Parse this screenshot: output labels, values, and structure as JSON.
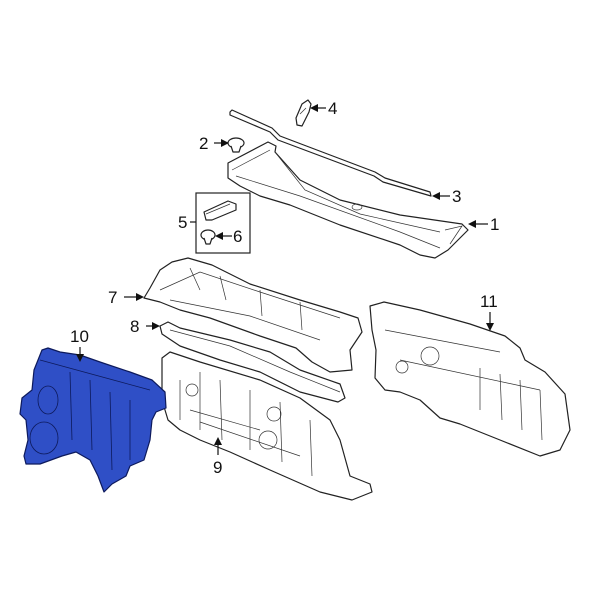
{
  "diagram": {
    "type": "exploded-parts-diagram",
    "highlight_color": "#2f4fc6",
    "parts": [
      {
        "id": "1",
        "label": "1",
        "description": "cowl top panel"
      },
      {
        "id": "2",
        "label": "2",
        "description": "push clip"
      },
      {
        "id": "3",
        "label": "3",
        "description": "cowl seal strip"
      },
      {
        "id": "4",
        "label": "4",
        "description": "bracket"
      },
      {
        "id": "5",
        "label": "5",
        "description": "clip bracket (boxed group)"
      },
      {
        "id": "6",
        "label": "6",
        "description": "push retainer (boxed group)"
      },
      {
        "id": "7",
        "label": "7",
        "description": "upper cowl panel"
      },
      {
        "id": "8",
        "label": "8",
        "description": "lower cowl reinforcement"
      },
      {
        "id": "9",
        "label": "9",
        "description": "dash panel"
      },
      {
        "id": "10",
        "label": "10",
        "description": "dash insulator (highlighted)",
        "highlighted": true
      },
      {
        "id": "11",
        "label": "11",
        "description": "dash silencer"
      }
    ]
  }
}
